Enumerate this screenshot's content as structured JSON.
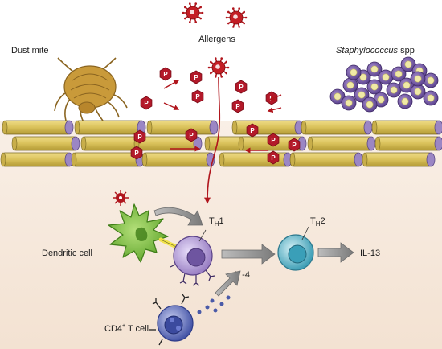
{
  "labels": {
    "dust_mite": "Dust mite",
    "allergens": "Allergens",
    "staph_italic": "Staphylococcus",
    "staph_rest": " spp",
    "dendritic_cell": "Dendritic cell",
    "th1_main": "T",
    "th1_sub": "H",
    "th1_num": "1",
    "th2_main": "T",
    "th2_sub": "H",
    "th2_num": "2",
    "il4": "IL-4",
    "il13": "IL-13",
    "cd4_main": "CD4",
    "cd4_sup": "+",
    "cd4_rest": " T cell"
  },
  "protease_glyph": "P",
  "colors": {
    "brick": "#d9c15a",
    "brick_end": "#9b86c4",
    "allergen": "#b0151c",
    "protease": "#b3192a",
    "dendritic": "#7cc242",
    "th1": "#b9a3d6",
    "th2": "#74c3d3",
    "cd4": "#5b6bbd",
    "staph_outer": "#7a5fa8",
    "staph_inner": "#f0e9a6",
    "mite": "#c99a3a",
    "tissue": "#f5e6d8",
    "arrow_gray": "#8a8a8a"
  }
}
